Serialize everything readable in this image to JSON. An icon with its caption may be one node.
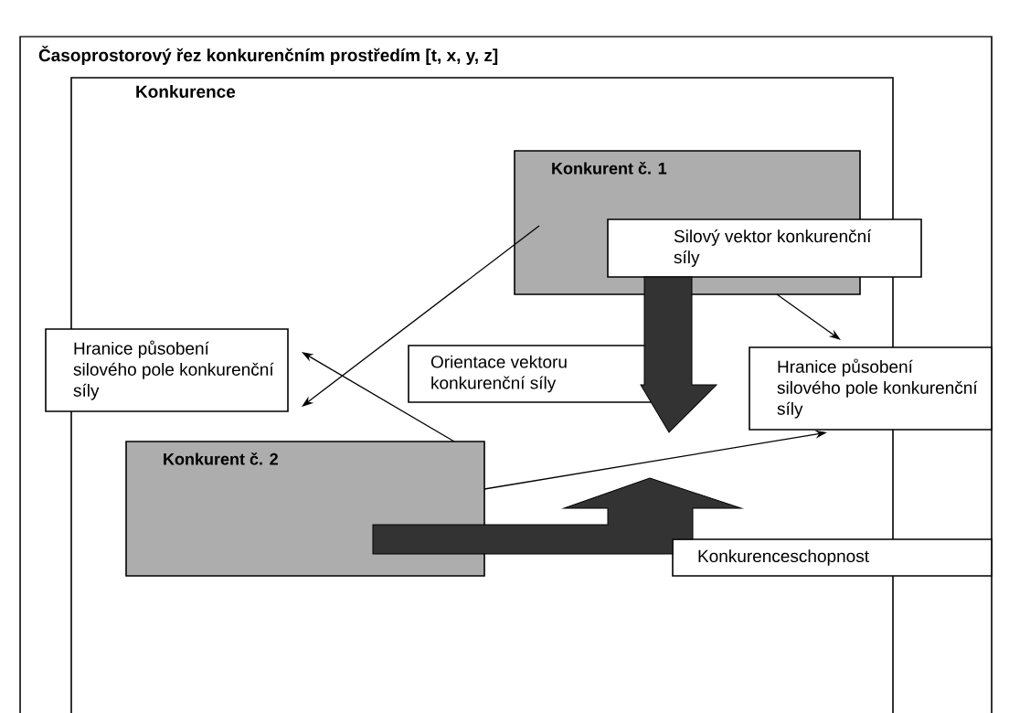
{
  "diagram": {
    "nodes": [
      {
        "text": [
          "Časoprostorový řez konkurenčním prostředím [t, x, y, z]"
        ]
      },
      {
        "text": [
          "Konkurence"
        ],
        "in": 0
      },
      {
        "text": [
          "Konkurent č. 1"
        ],
        "in": 1
      },
      {
        "text": [
          "Silový vektor konkurenční síly"
        ],
        "in": 0
      },
      {
        "text": [
          "Hranice působení silového pole konkurenční síly"
        ],
        "in": 0
      },
      {
        "text": [
          "Orientace vektoru konkurenční síly"
        ],
        "in": 1
      },
      {
        "text": [
          "Hranice působení silového pole konkurenční síly"
        ],
        "in": 0
      },
      {
        "text": [
          "Konkurent č. 2"
        ],
        "in": 1
      },
      {
        "text": [
          "Konkurenceschopnost"
        ],
        "in": 0
      }
    ],
    "edges": [
      {
        "from": 2,
        "to": 4,
        "arrow": "to"
      },
      {
        "from": 7,
        "to": 4,
        "arrow": "to"
      },
      {
        "from": 2,
        "to": 6,
        "arrow": "to"
      },
      {
        "from": 7,
        "to": 6,
        "arrow": "to"
      },
      {
        "from": 3,
        "to": null,
        "arrow": "to",
        "style": "thick"
      },
      {
        "from": 7,
        "to": null,
        "arrow": "to",
        "style": "thick"
      }
    ]
  }
}
